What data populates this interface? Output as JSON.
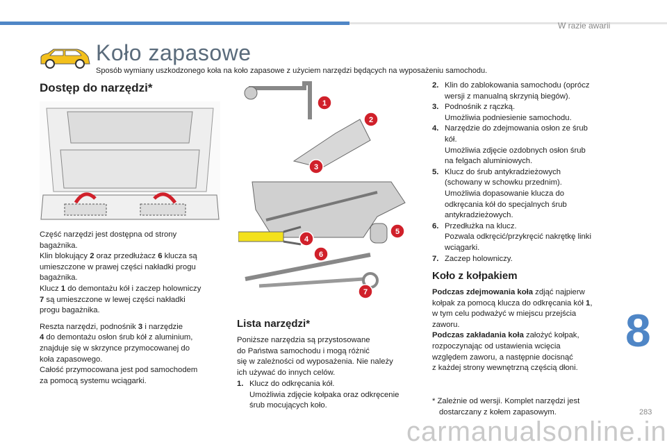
{
  "header": {
    "section": "W razie awarii",
    "title": "Koło zapasowe",
    "subtitle": "Sposób wymiany uszkodzonego koła na koło zapasowe z użyciem narzędzi będących na wyposażeniu samochodu.",
    "accent": "#4f86c6"
  },
  "access": {
    "heading": "Dostęp do narzędzi*",
    "p1": [
      "Część narzędzi jest dostępna od strony",
      "bagażnika.",
      "Klin blokujący 2 oraz przedłużacz 6 klucza są",
      "umieszczone w prawej części nakładki progu",
      "bagażnika.",
      "Klucz 1 do demontażu kół i zaczep holowniczy",
      "7 są umieszczone w lewej części nakładki",
      "progu bagażnika."
    ],
    "p2": [
      "Reszta narzędzi, podnośnik 3 i narzędzie",
      "4 do demontażu osłon śrub kół z aluminium,",
      "znajduje się w skrzynce przymocowanej do",
      "koła zapasowego.",
      "Całość przymocowana jest pod samochodem",
      "za pomocą systemu wciągarki."
    ]
  },
  "tools_image": {
    "badges": [
      "1",
      "2",
      "3",
      "4",
      "5",
      "6",
      "7"
    ]
  },
  "list": {
    "heading": "Lista narzędzi*",
    "intro": [
      "Poniższe narzędzia są przystosowane",
      "do Państwa samochodu i mogą różnić",
      "się w zależności od wyposażenia. Nie należy",
      "ich używać do innych celów."
    ],
    "items": [
      {
        "n": "1.",
        "lines": [
          "Klucz do odkręcania kół.",
          "Umożliwia zdjęcie kołpaka oraz odkręcenie",
          "śrub mocujących koło."
        ]
      },
      {
        "n": "2.",
        "lines": [
          "Klin do zablokowania samochodu (oprócz",
          "wersji z manualną skrzynią biegów)."
        ]
      },
      {
        "n": "3.",
        "lines": [
          "Podnośnik z rączką.",
          "Umożliwia podniesienie samochodu."
        ]
      },
      {
        "n": "4.",
        "lines": [
          "Narzędzie do zdejmowania osłon ze śrub",
          "kół.",
          "Umożliwia zdjęcie ozdobnych osłon śrub",
          "na felgach aluminiowych."
        ]
      },
      {
        "n": "5.",
        "lines": [
          "Klucz do śrub antykradzieżowych",
          "(schowany w schowku przednim).",
          "Umożliwia dopasowanie klucza do",
          "odkręcania kół do specjalnych śrub",
          "antykradzieżowych."
        ]
      },
      {
        "n": "6.",
        "lines": [
          "Przedłużka na klucz.",
          "Pozwala odkręcić/przykręcić nakrętkę linki",
          "wciągarki."
        ]
      },
      {
        "n": "7.",
        "lines": [
          "Zaczep holowniczy."
        ]
      }
    ]
  },
  "hubcap": {
    "heading": "Koło z kołpakiem",
    "lines": [
      "Podczas zdejmowania koła zdjąć najpierw",
      "kołpak za pomocą klucza do odkręcania kół 1,",
      "w tym celu podważyć w miejscu przejścia",
      "zaworu.",
      "Podczas zakładania koła założyć kołpak,",
      "rozpoczynając od ustawienia wcięcia",
      "względem zaworu, a następnie docisnąć",
      "z każdej strony wewnętrzną częścią dłoni."
    ]
  },
  "footnote": [
    "* Zależnie od wersji. Komplet narzędzi jest",
    "dostarczany z kołem zapasowym."
  ],
  "chapter": "8",
  "page": "283",
  "watermark": "carmanualsonline.info"
}
